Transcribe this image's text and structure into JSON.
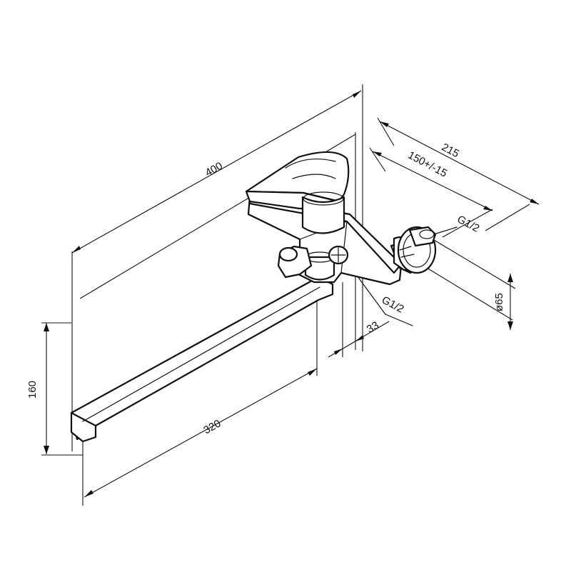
{
  "drawing": {
    "subject": "wall-mounted bath mixer with long swivel spout",
    "colors": {
      "line": "#111111",
      "background": "#ffffff"
    }
  },
  "dimensions": {
    "overall_length": "400",
    "wall_to_connection": "215",
    "centers": "150+/-15",
    "connection_thread_right": "G1/2",
    "connection_thread_front": "G1/2",
    "flange_diameter": "ø65",
    "offset": "33",
    "spout_height": "160",
    "spout_length": "320"
  }
}
